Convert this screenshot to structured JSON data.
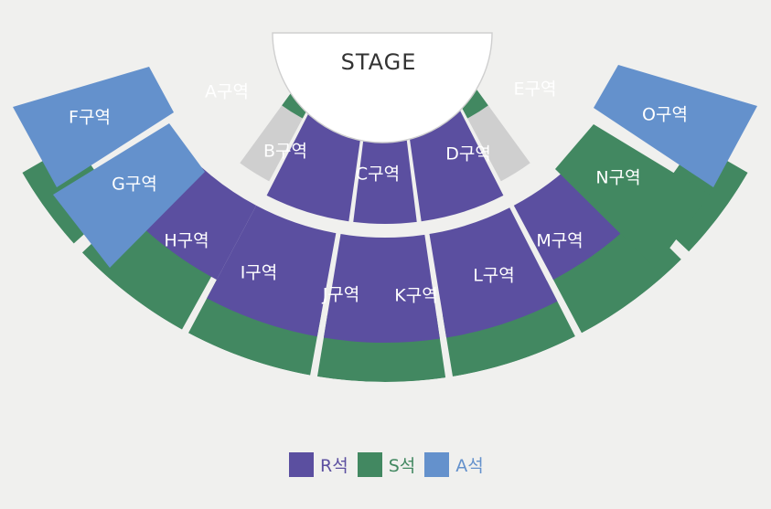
{
  "stage": {
    "label": "STAGE"
  },
  "colors": {
    "R": "#5b4fa0",
    "S": "#428861",
    "A": "#6491cc",
    "unavailable": "#cfcfcf",
    "background": "#f0f0ee",
    "stage_fill": "#ffffff"
  },
  "sections": [
    {
      "id": "A",
      "label": "A구역",
      "grade": "S"
    },
    {
      "id": "B",
      "label": "B구역",
      "grade": "R"
    },
    {
      "id": "C",
      "label": "C구역",
      "grade": "R"
    },
    {
      "id": "D",
      "label": "D구역",
      "grade": "R"
    },
    {
      "id": "E",
      "label": "E구역",
      "grade": "S"
    },
    {
      "id": "F",
      "label": "F구역",
      "grade": "A"
    },
    {
      "id": "G",
      "label": "G구역",
      "grade": "A"
    },
    {
      "id": "H",
      "label": "H구역",
      "grade": "R"
    },
    {
      "id": "I",
      "label": "I구역",
      "grade": "R"
    },
    {
      "id": "J",
      "label": "J구역",
      "grade": "R"
    },
    {
      "id": "K",
      "label": "K구역",
      "grade": "R"
    },
    {
      "id": "L",
      "label": "L구역",
      "grade": "R"
    },
    {
      "id": "M",
      "label": "M구역",
      "grade": "R"
    },
    {
      "id": "N",
      "label": "N구역",
      "grade": "S"
    },
    {
      "id": "O",
      "label": "O구역",
      "grade": "A"
    }
  ],
  "legend": [
    {
      "grade": "R",
      "label": "R석"
    },
    {
      "grade": "S",
      "label": "S석"
    },
    {
      "grade": "A",
      "label": "A석"
    }
  ]
}
